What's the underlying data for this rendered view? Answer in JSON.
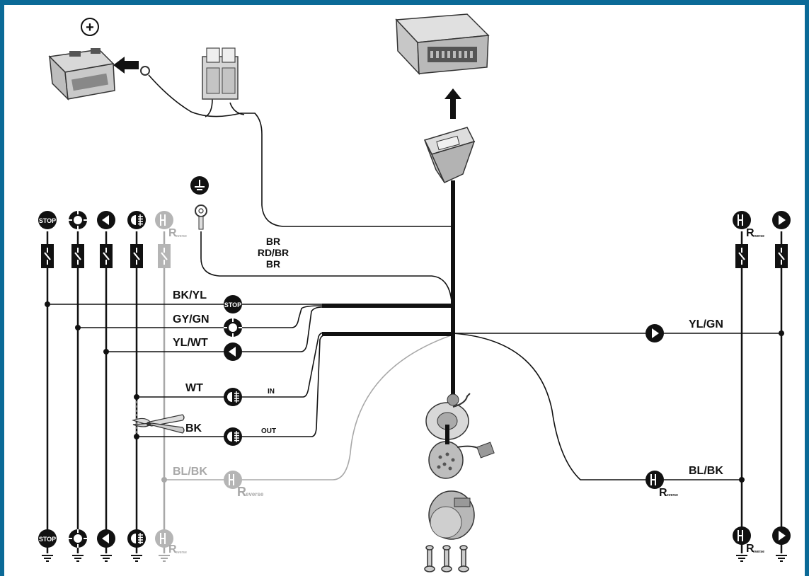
{
  "diagram": {
    "colors": {
      "frame": "#0b6a97",
      "wire": "#111111",
      "wire_inactive": "#a8a8a8"
    },
    "wire_labels": {
      "feed_br_1": "BR",
      "feed_rdbr": "RD/BR",
      "feed_br_2": "BR",
      "stop": "BK/YL",
      "tail": "GY/GN",
      "left": "YL/WT",
      "fog_in": "WT",
      "fog_out": "BK",
      "reverse_left": "BL/BK",
      "right": "YL/GN",
      "reverse_right": "BL/BK"
    },
    "small_labels": {
      "in": "IN",
      "out": "OUT"
    },
    "symbol_text": {
      "stop": "STOP",
      "reverse_big": "R",
      "reverse_small": "everse",
      "reverse_tiny": "everse",
      "battery_plus": "+",
      "ground": "⏚"
    },
    "icons": [
      "battery-icon",
      "relay-icon",
      "control-module-icon",
      "connector-socket-icon",
      "trailer-socket-icon",
      "cable-gland-icon",
      "screw-icon",
      "wire-cutter-icon",
      "ring-terminal-icon",
      "ground-icon",
      "stop-lamp-icon",
      "tail-lamp-icon",
      "left-indicator-icon",
      "right-indicator-icon",
      "fog-lamp-icon",
      "reverse-lamp-icon",
      "switch-icon"
    ]
  }
}
